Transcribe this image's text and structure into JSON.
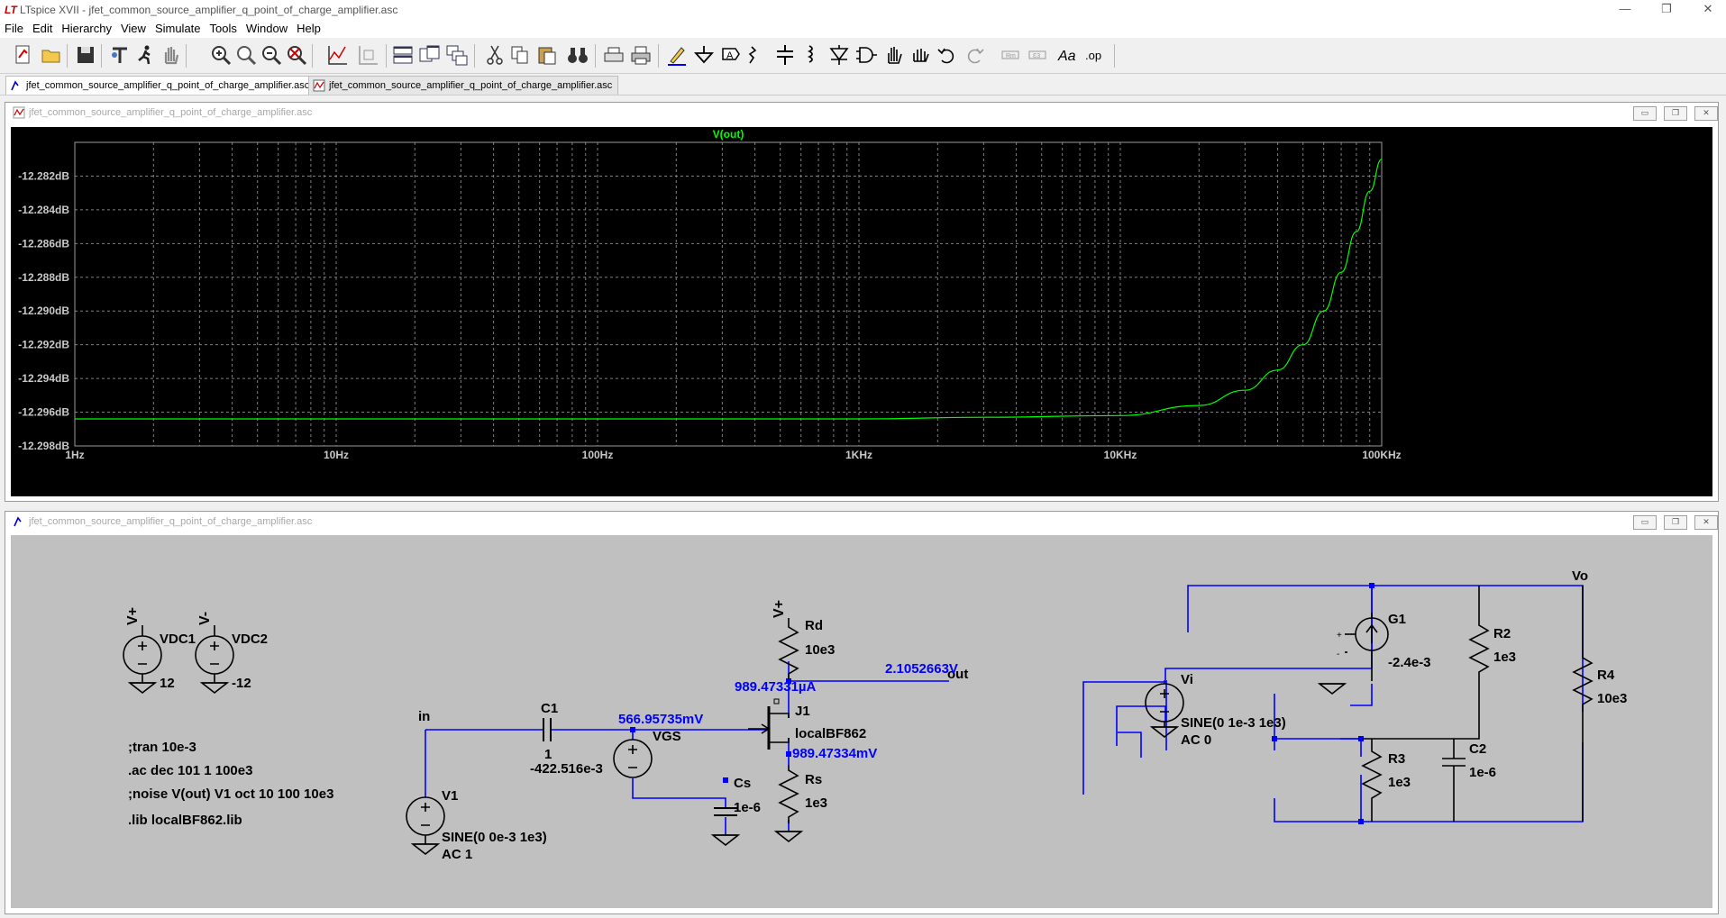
{
  "window": {
    "title": "LTspice XVII - jfet_common_source_amplifier_q_point_of_charge_amplifier.asc"
  },
  "menu": [
    "File",
    "Edit",
    "Hierarchy",
    "View",
    "Simulate",
    "Tools",
    "Window",
    "Help"
  ],
  "toolbar": [
    "new-schematic",
    "open",
    "save",
    "control-panel",
    "run",
    "halt",
    "zoom-in",
    "zoom-area",
    "zoom-out",
    "zoom-fit",
    "autorange",
    "mark-unused",
    "tile-horizontal",
    "tile-vertical",
    "cascade",
    "cut",
    "copy",
    "paste",
    "find",
    "print-setup",
    "print",
    "draw-wire",
    "ground",
    "label-net",
    "resistor",
    "capacitor",
    "inductor",
    "diode",
    "component",
    "move",
    "drag",
    "undo",
    "redo",
    "rotate",
    "mirror",
    "text",
    "spice-directive"
  ],
  "tabs": [
    {
      "label": "jfet_common_source_amplifier_q_point_of_charge_amplifier.asc",
      "icon": "schematic-icon",
      "active": true
    },
    {
      "label": "jfet_common_source_amplifier_q_point_of_charge_amplifier.asc",
      "icon": "waveform-icon",
      "active": false
    }
  ],
  "plot_window": {
    "title": "jfet_common_source_amplifier_q_point_of_charge_amplifier.asc"
  },
  "schematic_window": {
    "title": "jfet_common_source_amplifier_q_point_of_charge_amplifier.asc"
  },
  "colors": {
    "trace": "#00ff00",
    "wire": "#0000ff",
    "grid": "#7f7f7f",
    "plot_bg": "#000000",
    "schematic_bg": "#c0c0c0",
    "op_label": "#0000ff"
  },
  "chart_data": {
    "type": "line",
    "title": "V(out)",
    "x_scale": "log",
    "xlim": [
      1,
      100000
    ],
    "ylim": [
      -12.298,
      -12.28
    ],
    "x_ticks": [
      {
        "v": 1,
        "label": "1Hz"
      },
      {
        "v": 10,
        "label": "10Hz"
      },
      {
        "v": 100,
        "label": "100Hz"
      },
      {
        "v": 1000,
        "label": "1KHz"
      },
      {
        "v": 10000,
        "label": "10KHz"
      },
      {
        "v": 100000,
        "label": "100KHz"
      }
    ],
    "y_ticks": [
      {
        "v": -12.282,
        "label": "-12.282dB"
      },
      {
        "v": -12.284,
        "label": "-12.284dB"
      },
      {
        "v": -12.286,
        "label": "-12.286dB"
      },
      {
        "v": -12.288,
        "label": "-12.288dB"
      },
      {
        "v": -12.29,
        "label": "-12.290dB"
      },
      {
        "v": -12.292,
        "label": "-12.292dB"
      },
      {
        "v": -12.294,
        "label": "-12.294dB"
      },
      {
        "v": -12.296,
        "label": "-12.296dB"
      },
      {
        "v": -12.298,
        "label": "-12.298dB"
      }
    ],
    "series": [
      {
        "x": [
          1,
          10,
          100,
          1000,
          3000,
          10000,
          20000,
          30000,
          40000,
          50000,
          60000,
          70000,
          80000,
          90000,
          100000
        ],
        "y": [
          -12.2964,
          -12.2964,
          -12.2964,
          -12.2964,
          -12.2963,
          -12.2962,
          -12.2956,
          -12.2947,
          -12.2935,
          -12.292,
          -12.29,
          -12.2877,
          -12.2853,
          -12.2829,
          -12.281
        ]
      }
    ]
  },
  "schematic": {
    "labels": {
      "vplus": "V+",
      "vminus": "V-",
      "vdc1": "VDC1",
      "vdc1_val": "12",
      "vdc2": "VDC2",
      "vdc2_val": "-12",
      "in": "in",
      "out": "out",
      "vo": "Vo",
      "c1": "C1",
      "c1_val": "1",
      "vgs": "VGS",
      "vgs_val": "-422.516e-3",
      "v1": "V1",
      "v1_val": "SINE(0 0e-3 1e3)",
      "v1_ac": "AC 1",
      "rd": "Rd",
      "rd_val": "10e3",
      "j1": "J1",
      "j1_val": "localBF862",
      "rs": "Rs",
      "rs_val": "1e3",
      "cs": "Cs",
      "cs_val": "1e-6",
      "g1": "G1",
      "g1_val": "-2.4e-3",
      "r2": "R2",
      "r2_val": "1e3",
      "r3": "R3",
      "r3_val": "1e3",
      "c2": "C2",
      "c2_val": "1e-6",
      "r4": "R4",
      "r4_val": "10e3",
      "vi": "Vi",
      "vi_val": "SINE(0 1e-3 1e3)",
      "vi_ac": "AC 0"
    },
    "directives": [
      ";tran 10e-3",
      ".ac dec 101 1 100e3",
      ";noise V(out) V1 oct 10 100 10e3",
      ".lib localBF862.lib"
    ],
    "op_points": {
      "drain_current": "989.47331µA",
      "drain_voltage": "2.1052663V",
      "gate_voltage": "566.95735mV",
      "source_voltage": "989.47334mV"
    }
  }
}
